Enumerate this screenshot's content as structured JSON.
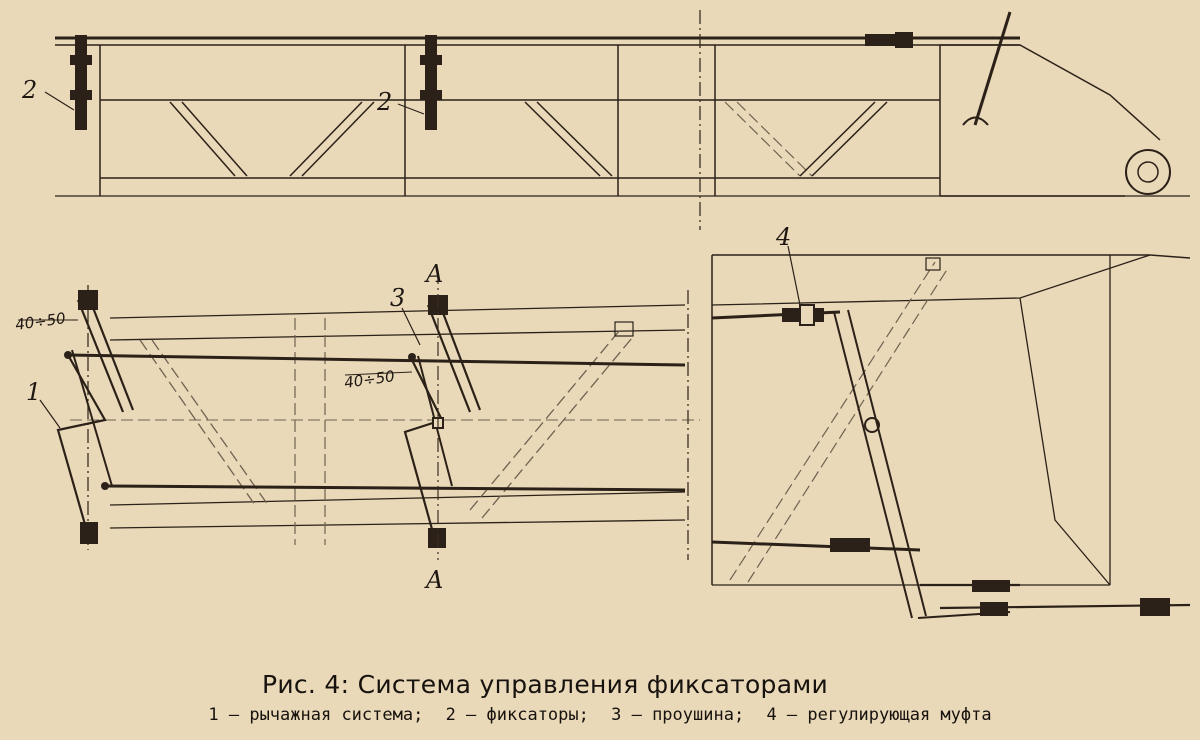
{
  "figure": {
    "labels": {
      "lever_system": "1",
      "latches": "2",
      "eyelet": "3",
      "adjusting_coupling": "4",
      "section_mark": "A",
      "dimension": "40÷50"
    }
  },
  "caption": {
    "title": "Рис. 4: Система управления фиксаторами",
    "legend": [
      "1 — рычажная система;",
      "2 — фиксаторы;",
      "3 — проушина;",
      "4 — регулирующая муфта"
    ]
  }
}
